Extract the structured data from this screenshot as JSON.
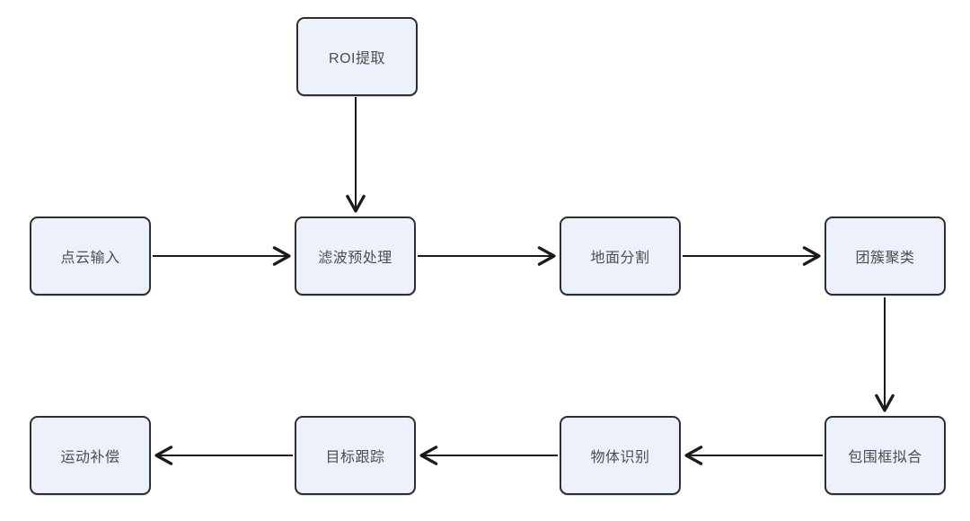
{
  "diagram": {
    "type": "flowchart",
    "background_color": "#ffffff",
    "node_fill_color": "#edf1fb",
    "node_border_color": "#2e2e2e",
    "node_text_color": "#4d4d4d",
    "arrow_color": "#1a1a1a",
    "nodes": [
      {
        "id": "roi-extraction",
        "label": "ROI提取"
      },
      {
        "id": "point-cloud-input",
        "label": "点云输入"
      },
      {
        "id": "filter-preprocessing",
        "label": "滤波预处理"
      },
      {
        "id": "ground-segmentation",
        "label": "地面分割"
      },
      {
        "id": "cluster-clustering",
        "label": "团簇聚类"
      },
      {
        "id": "bounding-box-fitting",
        "label": "包围框拟合"
      },
      {
        "id": "object-recognition",
        "label": "物体识别"
      },
      {
        "id": "target-tracking",
        "label": "目标跟踪"
      },
      {
        "id": "motion-compensation",
        "label": "运动补偿"
      }
    ],
    "edges": [
      {
        "from": "ROI提取",
        "to": "滤波预处理",
        "direction": "down"
      },
      {
        "from": "点云输入",
        "to": "滤波预处理",
        "direction": "right"
      },
      {
        "from": "滤波预处理",
        "to": "地面分割",
        "direction": "right"
      },
      {
        "from": "地面分割",
        "to": "团簇聚类",
        "direction": "right"
      },
      {
        "from": "团簇聚类",
        "to": "包围框拟合",
        "direction": "down"
      },
      {
        "from": "包围框拟合",
        "to": "物体识别",
        "direction": "left"
      },
      {
        "from": "物体识别",
        "to": "目标跟踪",
        "direction": "left"
      },
      {
        "from": "目标跟踪",
        "to": "运动补偿",
        "direction": "left"
      }
    ]
  }
}
